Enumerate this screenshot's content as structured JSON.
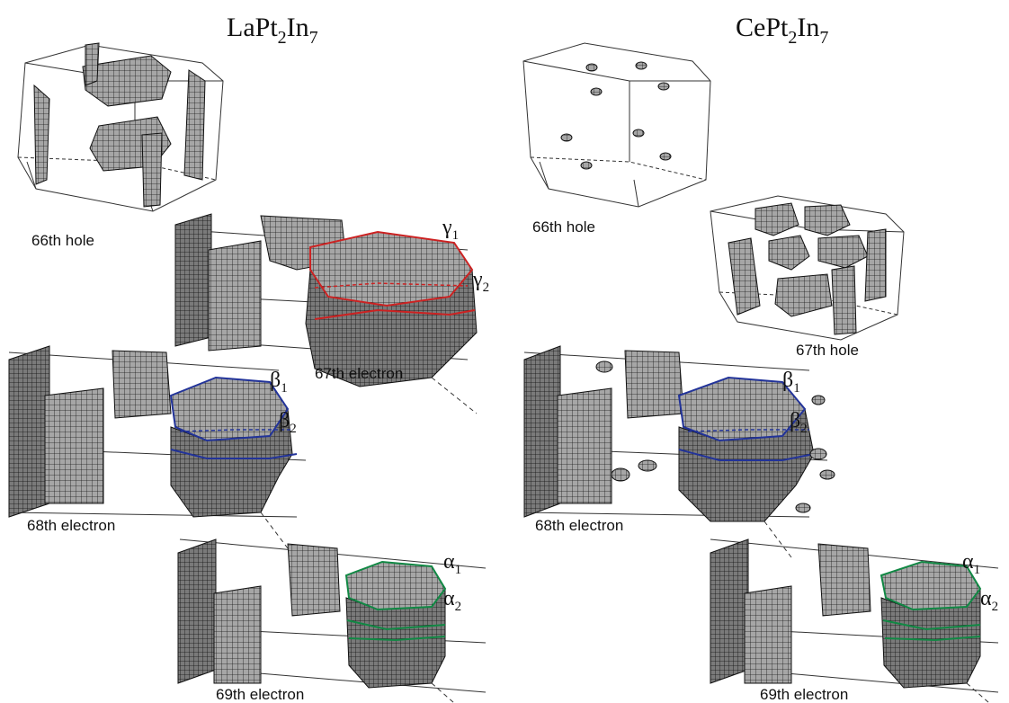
{
  "compounds": {
    "left": "LaPt2In7",
    "right": "CePt2In7",
    "left_parts": [
      "LaPt",
      "2",
      "In",
      "7"
    ],
    "right_parts": [
      "CePt",
      "2",
      "In",
      "7"
    ]
  },
  "bands": {
    "left": {
      "b66": "66th hole",
      "b67": "67th electron",
      "b68": "68th electron",
      "b69": "69th electron"
    },
    "right": {
      "b66": "66th hole",
      "b67": "67th hole",
      "b68": "68th electron",
      "b69": "69th electron"
    }
  },
  "orbits": {
    "gamma": {
      "symbol": "γ",
      "subs": [
        "1",
        "2"
      ],
      "color": "#cc2222"
    },
    "beta": {
      "symbol": "β",
      "subs": [
        "1",
        "2"
      ],
      "color": "#223399"
    },
    "alpha": {
      "symbol": "α",
      "subs": [
        "1",
        "2"
      ],
      "color": "#118844"
    }
  },
  "colors": {
    "mesh": "#1a1a1a",
    "mesh_fill": "#9a9a9a",
    "box_edge": "#333333"
  }
}
